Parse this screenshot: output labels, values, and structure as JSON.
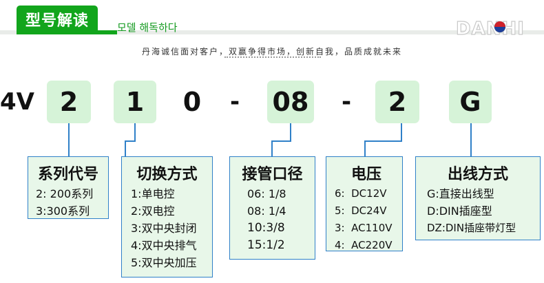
{
  "header": {
    "tab_title": "型号解读",
    "subtitle": "모델 해독하다",
    "logo_text": "DANHI",
    "slogan": "丹海诚信面对客户，双赢争得市场，创新自我，品质成就未来"
  },
  "model_code": {
    "prefix": "4V",
    "segments": [
      "2",
      "1",
      "0",
      "08",
      "2",
      "G"
    ],
    "separator": "-"
  },
  "descriptions": [
    {
      "title": "系列代号",
      "lines": [
        "2: 200系列",
        "3:300系列"
      ]
    },
    {
      "title": "切换方式",
      "lines": [
        "1:单电控",
        "2:双电控",
        "3:双中央封闭",
        "4:双中央排气",
        "5:双中央加压"
      ]
    },
    {
      "title": "接管口径",
      "lines": [
        "06: 1/8",
        "08: 1/4",
        "10:3/8",
        "15:1/2"
      ]
    },
    {
      "title": "电压",
      "lines": [
        "6:  DC12V",
        "5:  DC24V",
        "3:  AC110V",
        "4:  AC220V"
      ]
    },
    {
      "title": "出线方式",
      "lines": [
        "G:直接出线型",
        "D:DIN插座型",
        "DZ:DIN插座带灯型"
      ]
    }
  ],
  "colors": {
    "brand_green": "#12a51c",
    "code_box": "#d6f3d8",
    "desc_box": "#e8f7e9",
    "connector_blue": "#2f80c8"
  }
}
